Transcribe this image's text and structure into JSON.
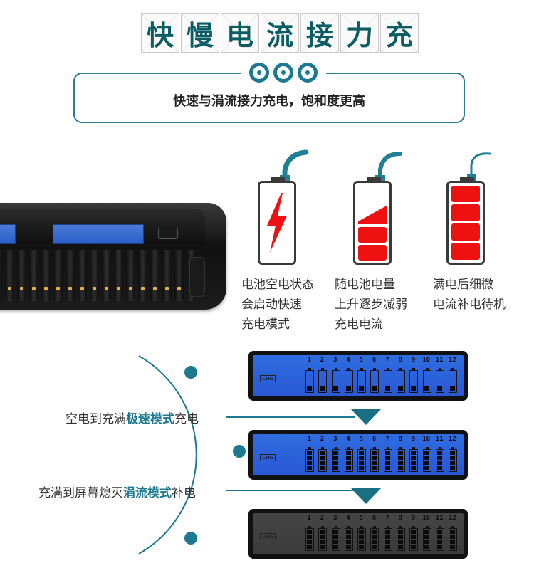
{
  "title": {
    "chars": [
      "快",
      "慢",
      "电",
      "流",
      "接",
      "力",
      "充"
    ]
  },
  "subtitle": {
    "text": "快速与涓流接力充电，饱和度更高",
    "icons": [
      "target-icon",
      "target-icon",
      "target-icon"
    ]
  },
  "batteries": [
    {
      "state": "empty",
      "icon": "lightning-bolt-icon",
      "label_lines": [
        "电池空电状态",
        "会启动快速",
        "充电模式"
      ]
    },
    {
      "state": "charging",
      "icon": "partial-fill-icon",
      "label_lines": [
        "随电池电量",
        "上升逐步减弱",
        "充电电流"
      ]
    },
    {
      "state": "full",
      "icon": "full-fill-icon",
      "label_lines": [
        "满电后细微",
        "电流补电待机"
      ]
    }
  ],
  "flow": {
    "step1": {
      "prefix": "空电到充满",
      "highlight": "极速模式",
      "suffix": "充电"
    },
    "step2": {
      "prefix": "充满到屏幕熄灭",
      "highlight": "涓流模式",
      "suffix": "补电"
    }
  },
  "lcd": {
    "chg_label": "CHG",
    "slot_numbers": [
      "1",
      "2",
      "3",
      "4",
      "5",
      "6",
      "7",
      "8",
      "9",
      "10",
      "11",
      "12"
    ],
    "panels": [
      {
        "mode": "blue",
        "fill_level": 1
      },
      {
        "mode": "blue",
        "fill_level": 4
      },
      {
        "mode": "gray",
        "fill_level": 4
      }
    ]
  },
  "colors": {
    "accent": "#1d7990",
    "battery_red": "#ee1111",
    "lcd_blue": "#2f6de0",
    "lcd_off": "#454545"
  }
}
